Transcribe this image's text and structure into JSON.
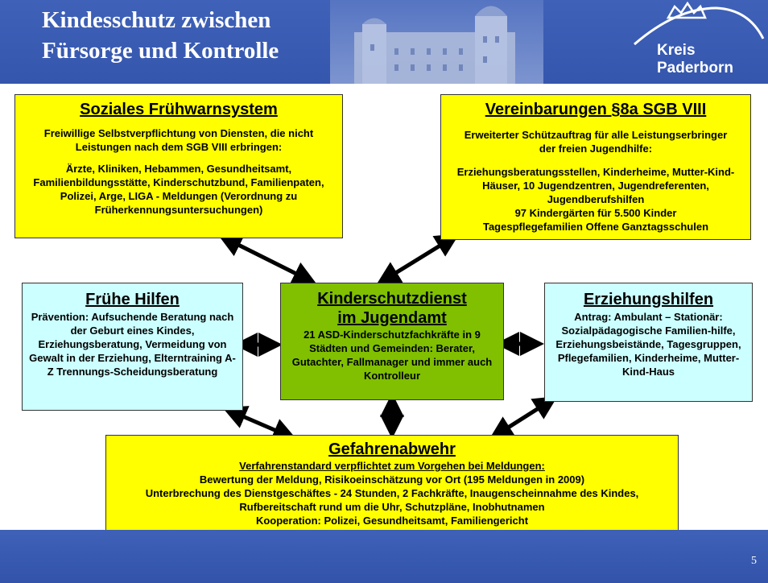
{
  "header": {
    "title_line1": "Kindesschutz zwischen",
    "title_line2": "Fürsorge und Kontrolle",
    "logo_line1": "Kreis",
    "logo_line2": "Paderborn"
  },
  "boxes": {
    "fruehwarn": {
      "title": "Soziales Frühwarnsystem",
      "p1": "Freiwillige Selbstverpflichtung von Diensten, die nicht Leistungen nach dem SGB VIII erbringen:",
      "p2": "Ärzte, Kliniken, Hebammen, Gesundheitsamt, Familienbildungsstätte, Kinderschutzbund, Familienpaten, Polizei, Arge, LIGA - Meldungen (Verordnung zu Früherkennungsuntersuchungen)"
    },
    "vereinbarungen": {
      "title": "Vereinbarungen §8a SGB VIII",
      "p1": "Erweiterter Schützauftrag für alle Leistungserbringer der freien Jugendhilfe:",
      "p2a": "Erziehungsberatungsstellen, Kinderheime, Mutter-Kind-Häuser, 10 Jugendzentren, Jugendreferenten, Jugendberufshilfen",
      "p2b": "97 Kindergärten für 5.500 Kinder",
      "p2c": "Tagespflegefamilien Offene Ganztagsschulen"
    },
    "fruehe": {
      "title": "Frühe Hilfen",
      "text": "Prävention: Aufsuchende Beratung nach der Geburt eines Kindes, Erziehungsberatung, Vermeidung von Gewalt in der Erziehung,  Elterntraining A-Z Trennungs-Scheidungsberatung"
    },
    "kinderschutz": {
      "title1": "Kinderschutzdienst",
      "title2": "im Jugendamt",
      "text": "21 ASD-Kinderschutzfachkräfte in 9 Städten und Gemeinden: Berater, Gutachter, Fallmanager und immer auch Kontrolleur"
    },
    "erziehung": {
      "title": "Erziehungshilfen",
      "text": "Antrag: Ambulant – Stationär: Sozialpädagogische Familien-hilfe, Erziehungsbeistände, Tagesgruppen, Pflegefamilien, Kinderheime, Mutter-Kind-Haus"
    },
    "gefahren": {
      "title": "Gefahrenabwehr",
      "subtitle": "Verfahrenstandard verpflichtet zum Vorgehen bei Meldungen:",
      "l1": "Bewertung der Meldung, Risikoeinschätzung vor Ort (195 Meldungen in 2009)",
      "l2": "Unterbrechung des Dienstgeschäftes - 24 Stunden, 2 Fachkräfte, Inaugenscheinnahme des Kindes, Rufbereitschaft rund um die Uhr, Schutzpläne, Inobhutnamen",
      "l3": "Kooperation: Polizei, Gesundheitsamt, Familiengericht"
    }
  },
  "footer": {
    "page_number": "5"
  }
}
